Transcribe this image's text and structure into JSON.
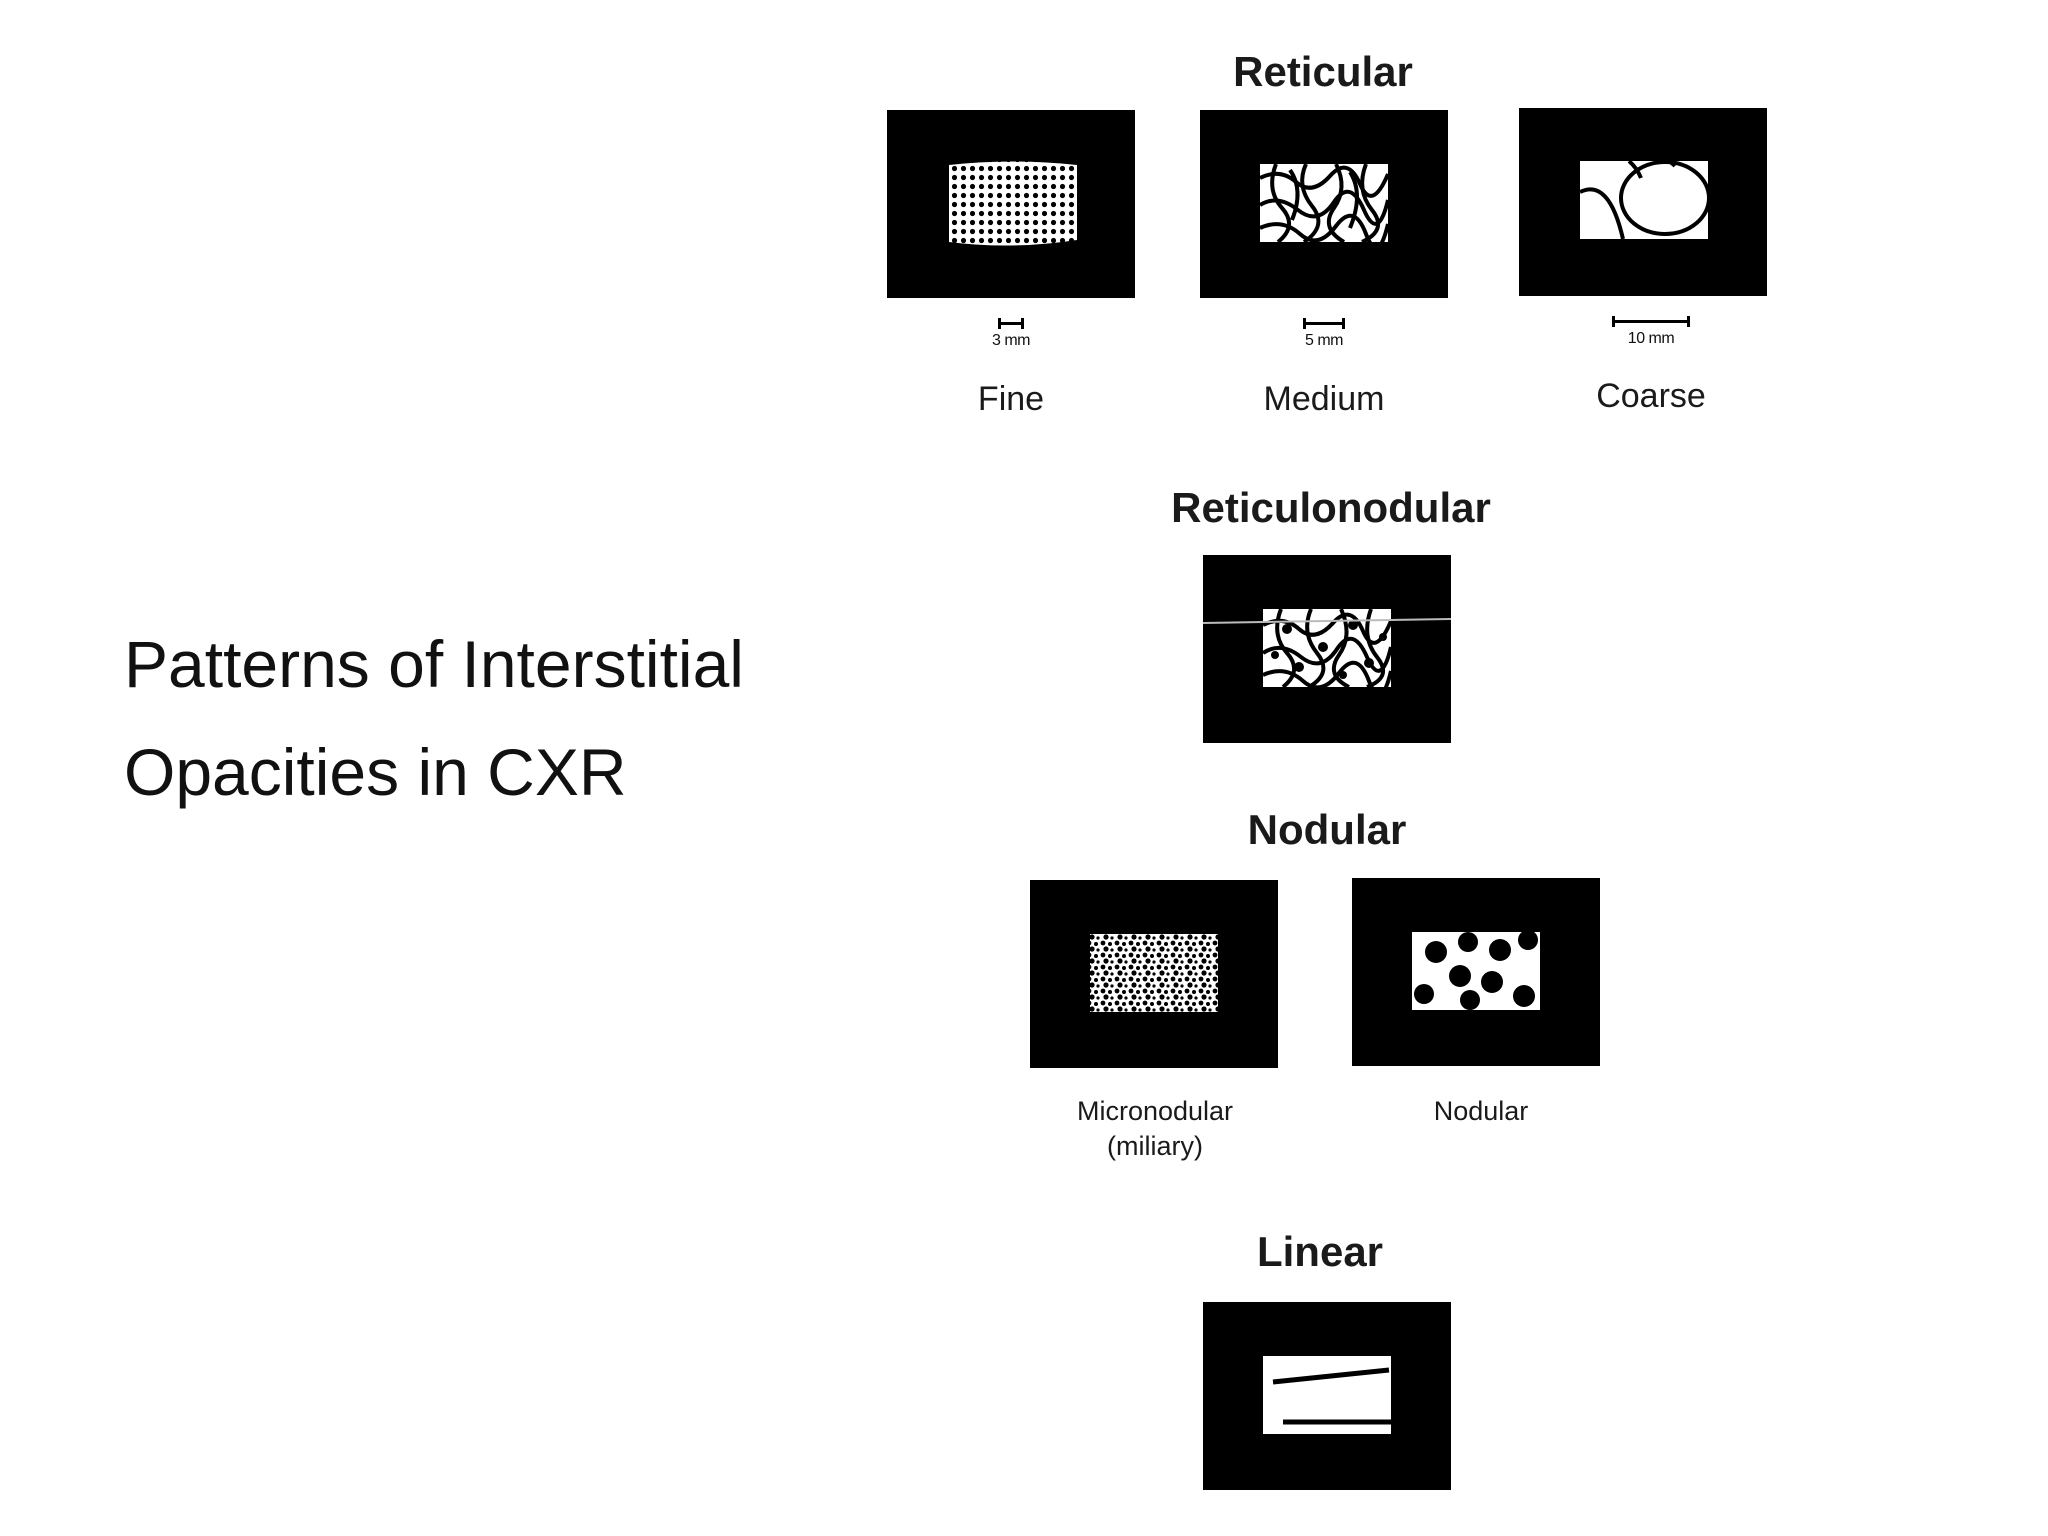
{
  "title": {
    "line1": "Patterns of Interstitial",
    "line2": "Opacities in CXR"
  },
  "reticular": {
    "heading": "Reticular",
    "items": [
      {
        "label": "Fine",
        "scale": "3 mm"
      },
      {
        "label": "Medium",
        "scale": "5 mm"
      },
      {
        "label": "Coarse",
        "scale": "10 mm"
      }
    ]
  },
  "reticulonodular": {
    "heading": "Reticulonodular"
  },
  "nodular": {
    "heading": "Nodular",
    "items": [
      {
        "label_line1": "Micronodular",
        "label_line2": "(miliary)"
      },
      {
        "label": "Nodular"
      }
    ]
  },
  "linear": {
    "heading": "Linear"
  }
}
